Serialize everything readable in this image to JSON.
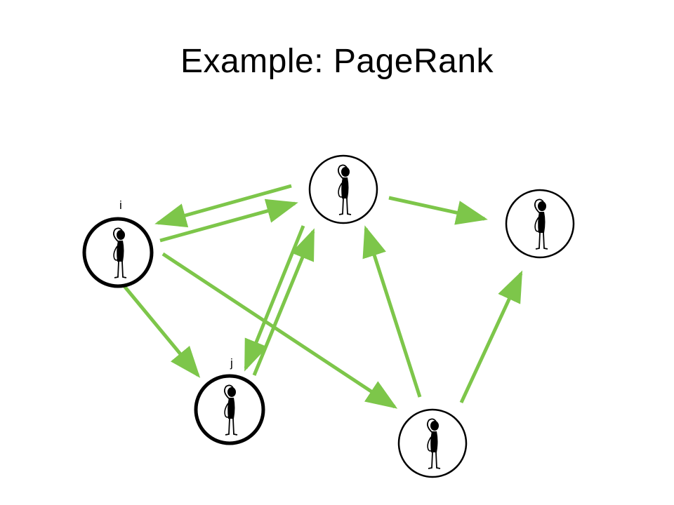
{
  "slide": {
    "title": "Example: PageRank"
  },
  "diagram": {
    "edge_color": "#7dc64a",
    "node_stroke": "#000000",
    "labels": {
      "node_i": "i",
      "node_j": "j"
    }
  }
}
